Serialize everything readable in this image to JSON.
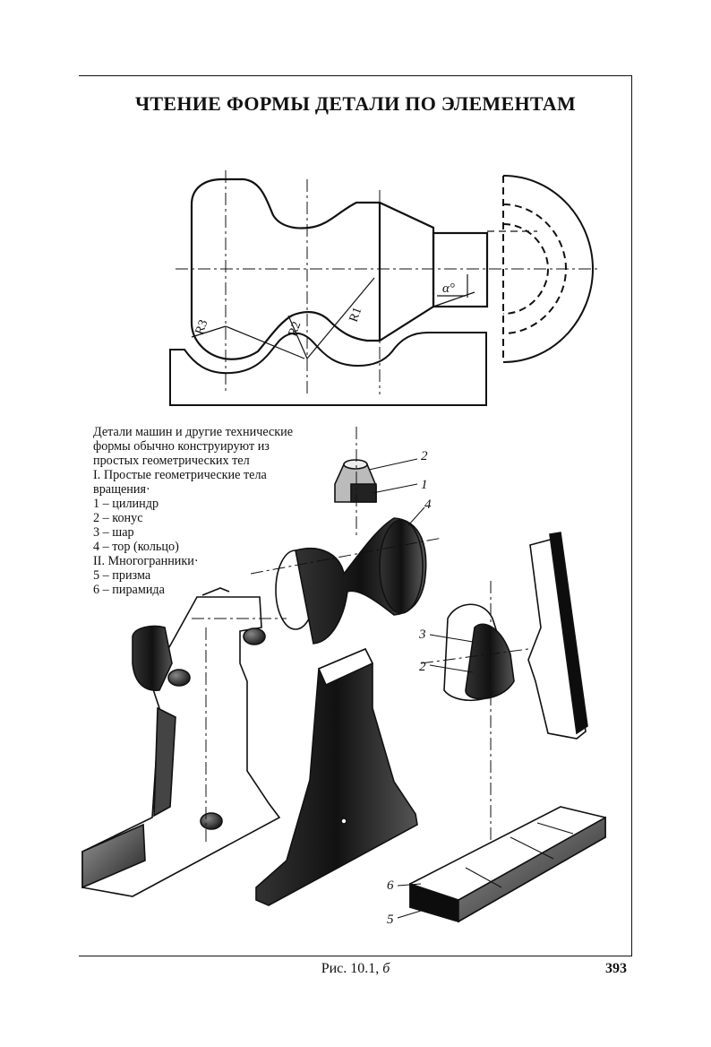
{
  "page": {
    "title": "ЧТЕНИЕ ФОРМЫ ДЕТАЛИ ПО ЭЛЕМЕНТАМ",
    "page_number": "393"
  },
  "drawing": {
    "radius_labels": [
      "R3",
      "R2",
      "R1"
    ],
    "angle_label": "α°"
  },
  "legend": {
    "lines": [
      "Детали машин и другие технические",
      "формы обычно конструируют из",
      "простых геометрических тел",
      "I. Простые геометрические тела",
      "вращения·",
      "1 – цилиндр",
      "2 – конус",
      "3 – шар",
      "4 – тор (кольцо)",
      "II. Многогранники·",
      "5 – призма",
      "6 – пирамида"
    ]
  },
  "callouts": {
    "top_2": "2",
    "top_1": "1",
    "top_4": "4",
    "mid_3": "3",
    "mid_2": "2",
    "bottom_6": "6",
    "bottom_5": "5"
  },
  "caption": {
    "prefix": "Рис. 10.1,",
    "suffix": "б"
  }
}
